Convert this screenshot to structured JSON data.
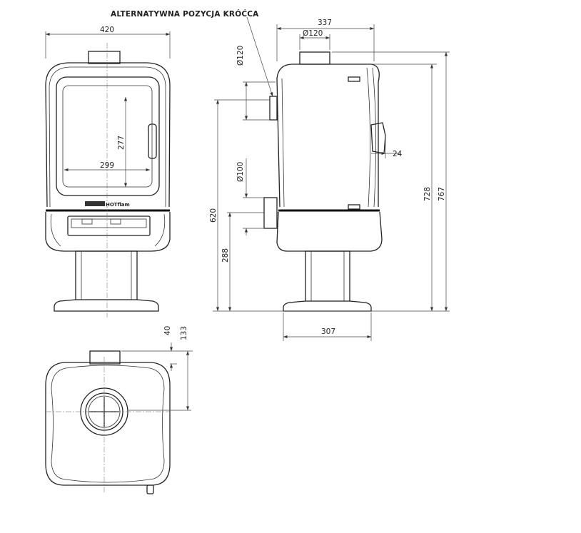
{
  "callout": {
    "alternative_flue": "ALTERNATYWNA POZYCJA KRÓĆCA"
  },
  "front_view": {
    "width": "420",
    "glass_width": "299",
    "glass_height": "277",
    "logo": "HOTflam"
  },
  "side_view": {
    "depth": "337",
    "flue_top_diameter": "Ø120",
    "flue_rear_diameter": "Ø120",
    "flue_rear_lower_diameter": "Ø100",
    "handle_offset": "24",
    "body_height": "728",
    "total_height": "767",
    "rear_flue_height": "620",
    "lower_flue_height": "288",
    "foot_depth": "307"
  },
  "top_view": {
    "flue_offset": "40",
    "flue_center": "133"
  }
}
